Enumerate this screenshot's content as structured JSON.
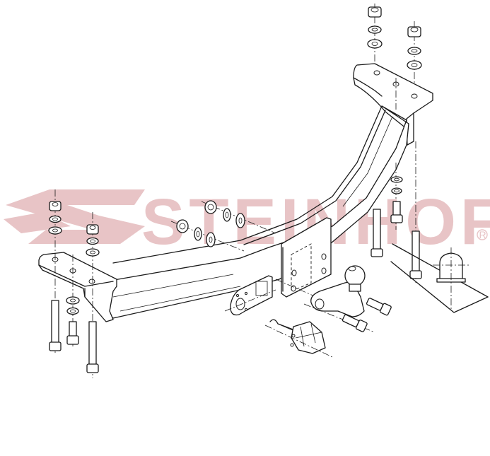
{
  "diagram": {
    "type": "exploded-assembly-view",
    "subject": "tow bar / trailer hitch assembly",
    "watermark": {
      "text": "STEINHOF",
      "registered_mark": "®",
      "color": "#e8c4c6"
    },
    "line_color": "#1a1a1a",
    "background": "#ffffff",
    "parts": [
      {
        "id": "main-crossbar",
        "label": "Main cross beam"
      },
      {
        "id": "left-bracket",
        "label": "Left mounting bracket"
      },
      {
        "id": "right-bracket",
        "label": "Right mounting bracket"
      },
      {
        "id": "tow-ball",
        "label": "Tow ball with neck"
      },
      {
        "id": "socket-plate",
        "label": "Electrical socket plate"
      },
      {
        "id": "electrical-socket",
        "label": "Electrical socket"
      },
      {
        "id": "ball-cover",
        "label": "Tow ball cap"
      },
      {
        "id": "fasteners",
        "label": "Bolts, nuts and washers"
      }
    ]
  }
}
